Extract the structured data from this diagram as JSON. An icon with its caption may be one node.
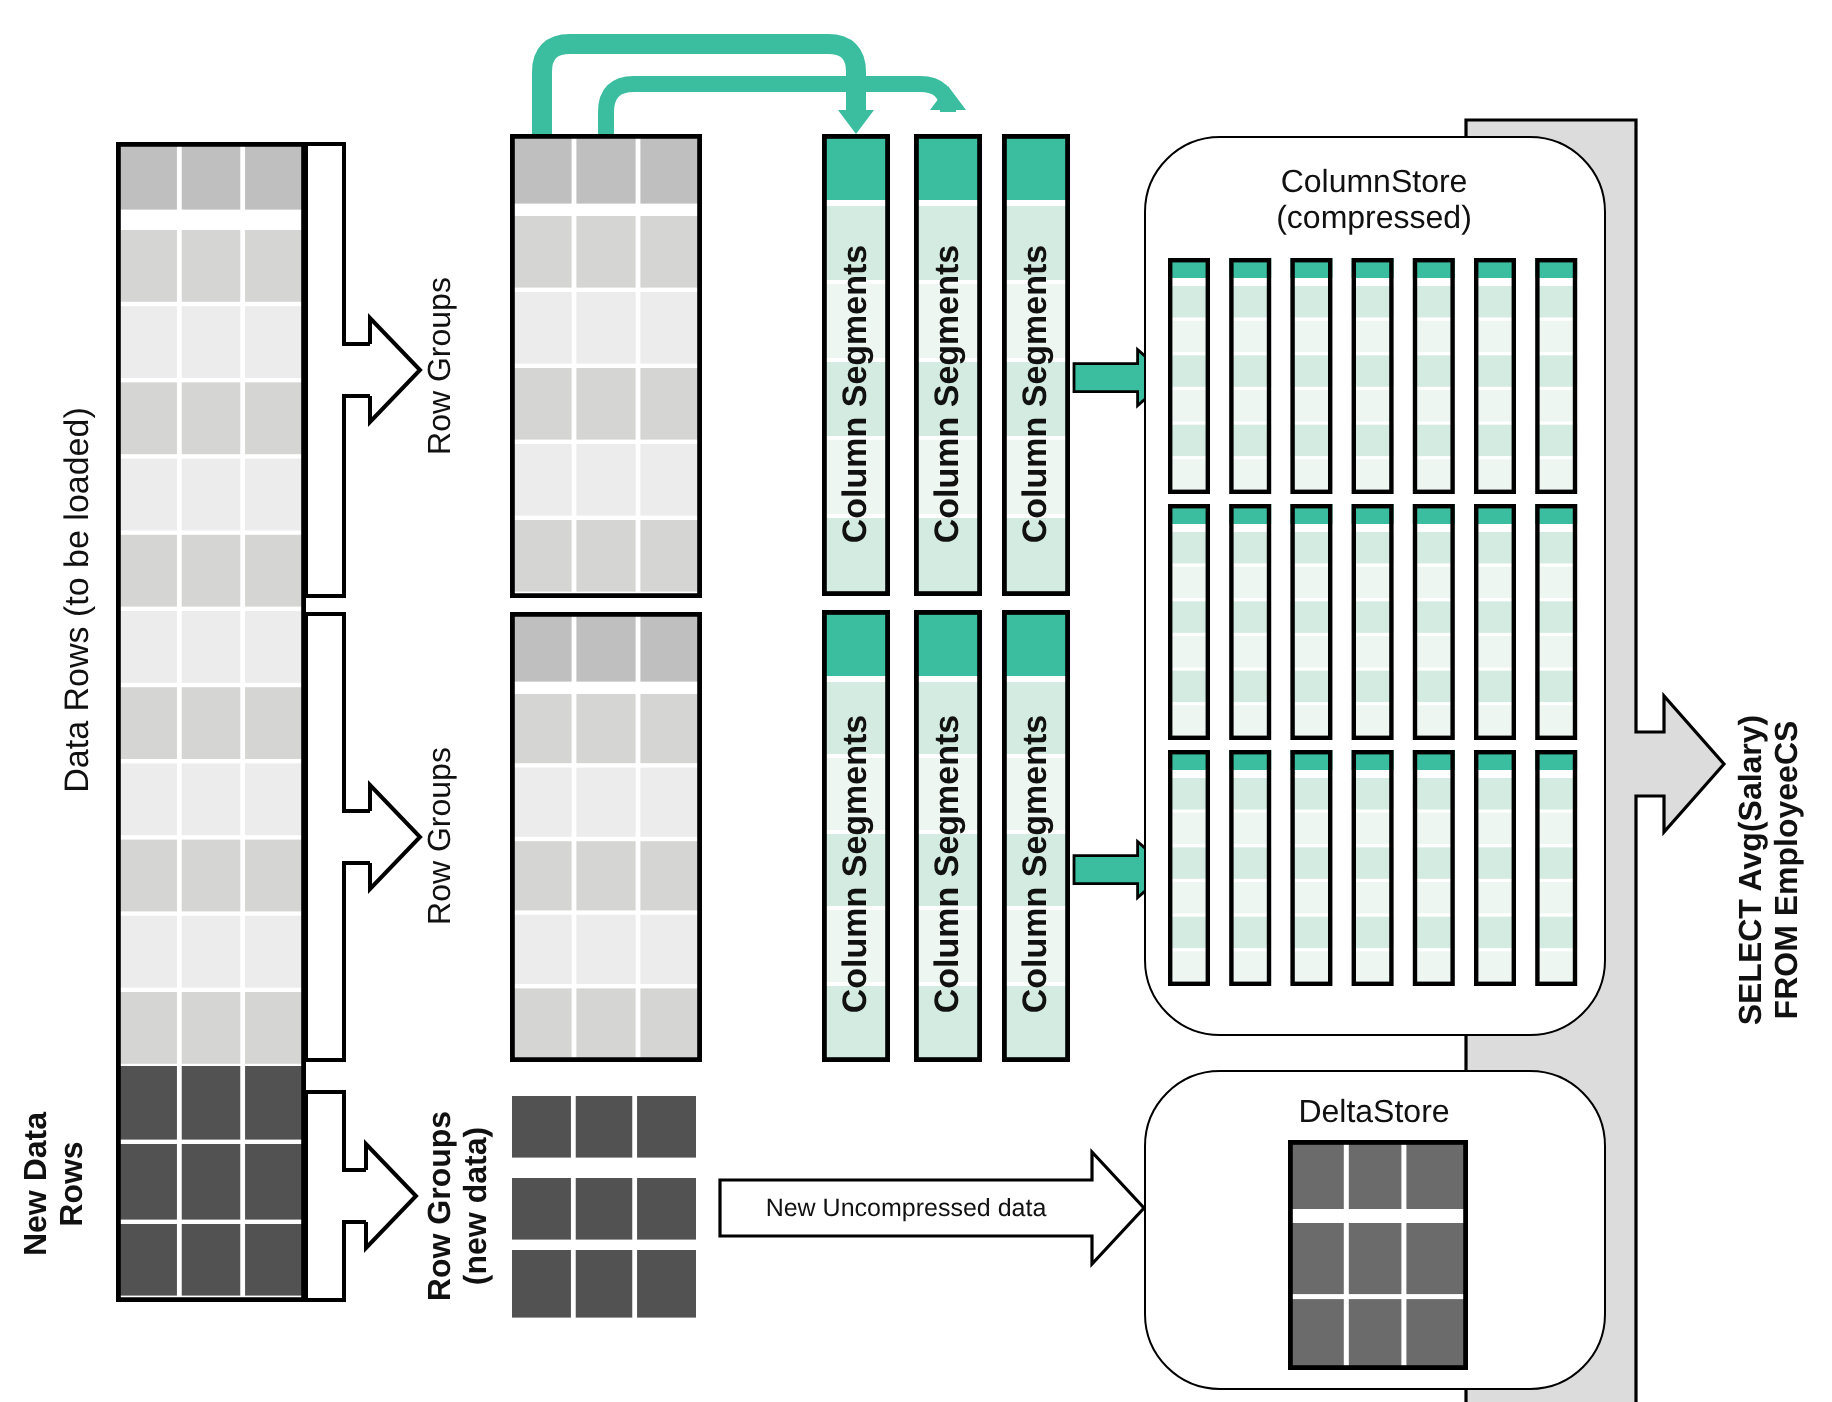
{
  "diagram": {
    "nodes": [
      {
        "text": [
          "Data Rows (to be loaded)"
        ]
      },
      {
        "text": [
          "New Data Rows"
        ]
      },
      {
        "text": [
          "Row Groups"
        ]
      },
      {
        "text": [
          "Row Groups"
        ]
      },
      {
        "text": [
          "Row Groups (new data)"
        ]
      },
      {
        "text": [
          "Column Segments"
        ]
      },
      {
        "text": [
          "Column Segments"
        ]
      },
      {
        "text": [
          "Column Segments"
        ]
      },
      {
        "text": [
          "Column Segments"
        ]
      },
      {
        "text": [
          "Column Segments"
        ]
      },
      {
        "text": [
          "Column Segments"
        ]
      },
      {
        "text": [
          "ColumnStore (compressed)"
        ]
      },
      {
        "text": [],
        "shape": "box",
        "in": 11
      },
      {
        "text": [],
        "shape": "box",
        "in": 11
      },
      {
        "text": [],
        "shape": "box",
        "in": 11
      },
      {
        "text": [
          "DeltaStore"
        ]
      },
      {
        "text": [],
        "shape": "box",
        "in": 15
      },
      {
        "text": [
          "SELECT Avg(Salary) FROM EmployeeCS"
        ]
      }
    ],
    "edges": [
      {
        "from": 0,
        "to": 2,
        "arrow": "to"
      },
      {
        "from": 0,
        "to": 3,
        "arrow": "to"
      },
      {
        "from": 1,
        "to": 4,
        "arrow": "to"
      },
      {
        "from": 2,
        "to": 5,
        "arrow": "to",
        "style": "thick",
        "color": "#3bbd9f"
      },
      {
        "from": 2,
        "to": 6,
        "arrow": "to",
        "style": "thick",
        "color": "#3bbd9f"
      },
      {
        "from": 7,
        "to": 12,
        "arrow": "to",
        "style": "thick",
        "color": "#3bbd9f"
      },
      {
        "from": 10,
        "to": 14,
        "arrow": "to",
        "style": "thick",
        "color": "#3bbd9f"
      },
      {
        "from": 4,
        "to": 15,
        "arrow": "to",
        "label": "New Uncompressed data"
      },
      {
        "from": 11,
        "to": 17,
        "arrow": "to",
        "style": "thick",
        "color": "#dcdcdc"
      },
      {
        "from": 15,
        "to": 17,
        "arrow": "to",
        "style": "thick",
        "color": "#dcdcdc"
      }
    ]
  }
}
